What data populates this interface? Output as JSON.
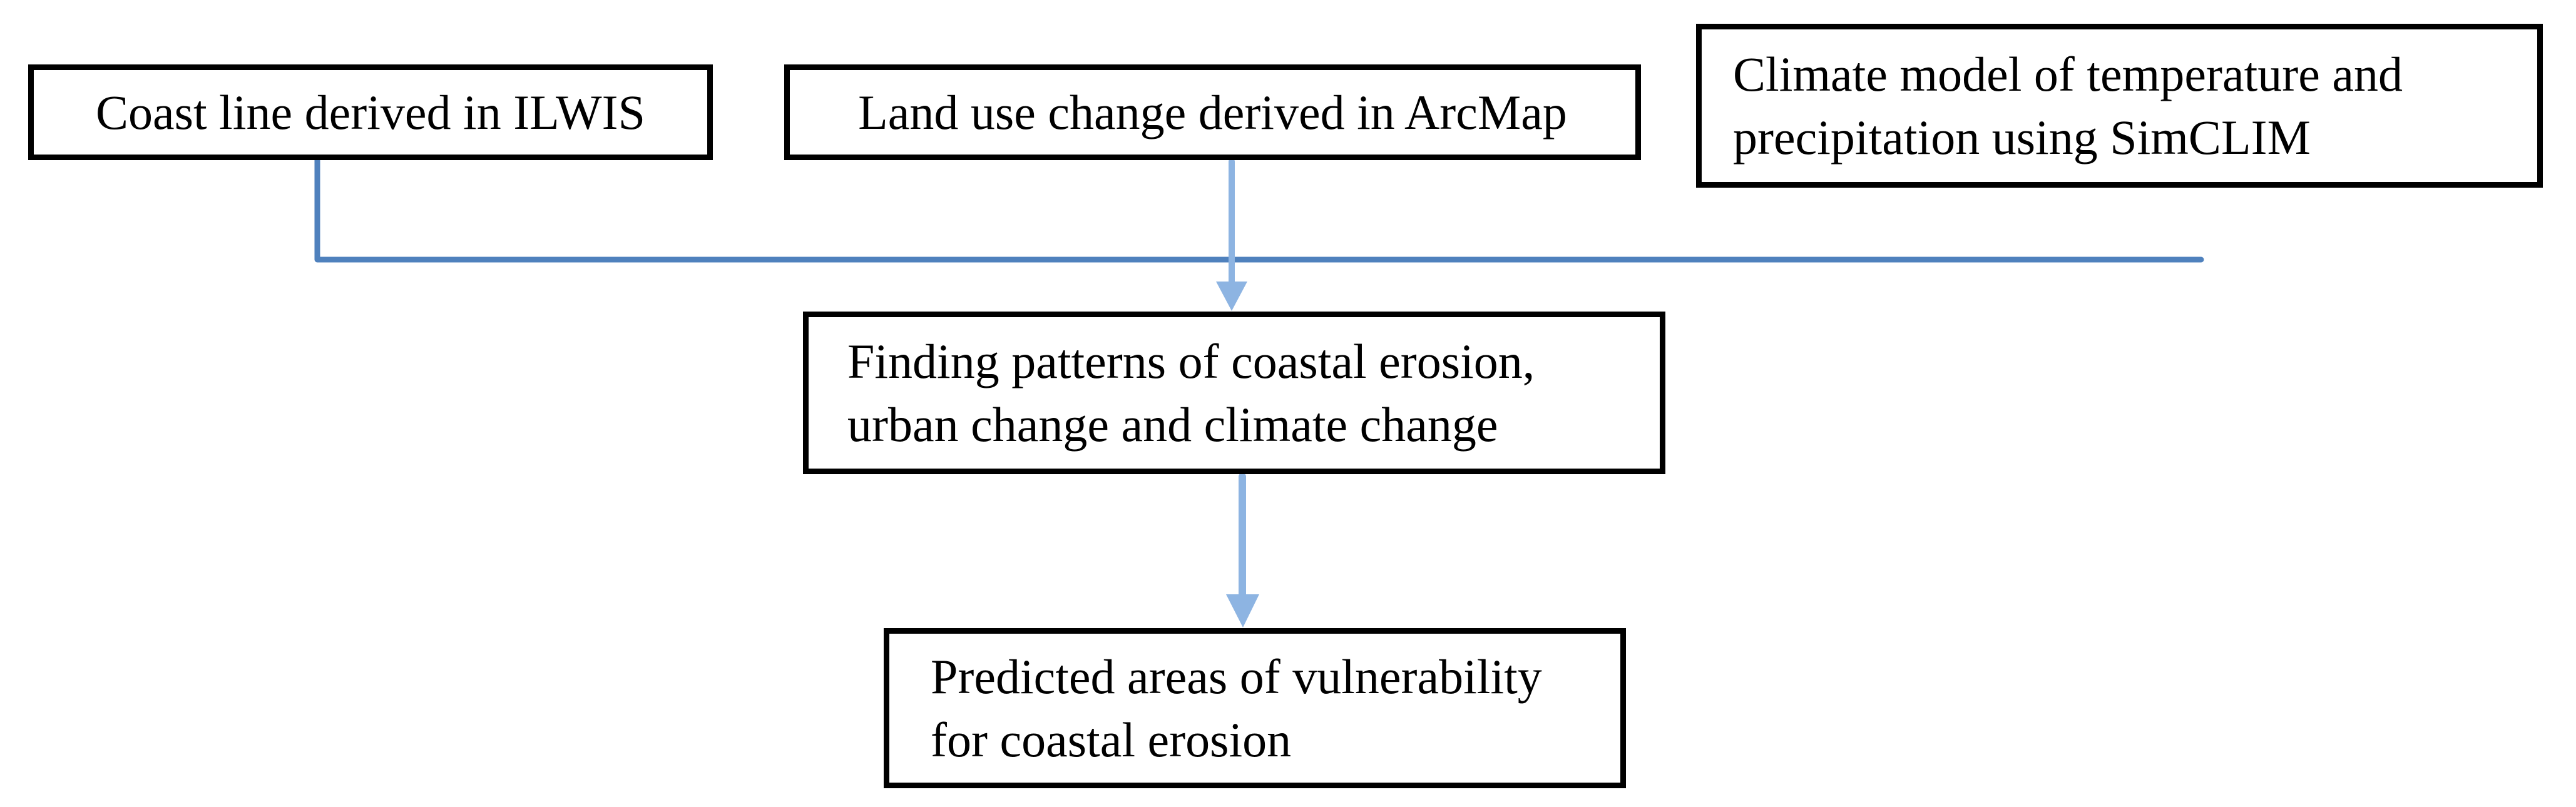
{
  "diagram": {
    "type": "flowchart",
    "nodes": {
      "coastline": {
        "label": "Coast line derived in ILWIS"
      },
      "landuse": {
        "label": "Land use change derived in ArcMap"
      },
      "climate": {
        "label": "Climate model of temperature and\nprecipitation using SimCLIM"
      },
      "finding": {
        "label": "Finding patterns of coastal erosion,\nurban change and climate change"
      },
      "predicted": {
        "label": "Predicted areas of vulnerability\nfor coastal erosion"
      }
    },
    "edges": [
      {
        "from": "coastline",
        "to": "finding",
        "style": "elbow-line"
      },
      {
        "from": "landuse",
        "to": "finding",
        "style": "arrow"
      },
      {
        "from": "climate",
        "to": "finding",
        "style": "elbow-line"
      },
      {
        "from": "finding",
        "to": "predicted",
        "style": "arrow"
      }
    ],
    "colors": {
      "connector_line": "#4f81bd",
      "arrow": "#8db4e2",
      "box_border": "#000000",
      "box_fill": "#ffffff",
      "text": "#000000",
      "background": "#ffffff"
    }
  }
}
